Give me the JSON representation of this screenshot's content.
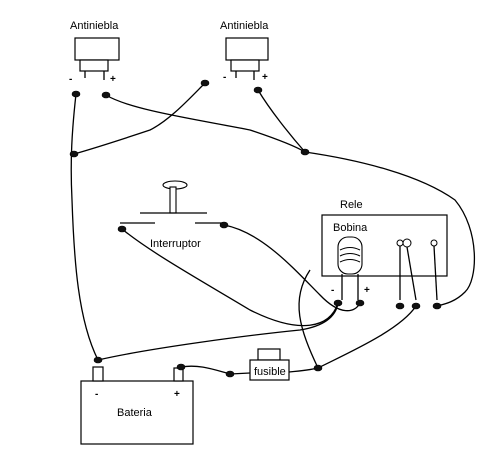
{
  "labels": {
    "lamp_left": "Antiniebla",
    "lamp_right": "Antiniebla",
    "switch": "Interruptor",
    "relay": "Rele",
    "coil": "Bobina",
    "fuse": "fusible",
    "battery": "Bateria"
  },
  "signs": {
    "minus": "-",
    "plus": "+"
  }
}
